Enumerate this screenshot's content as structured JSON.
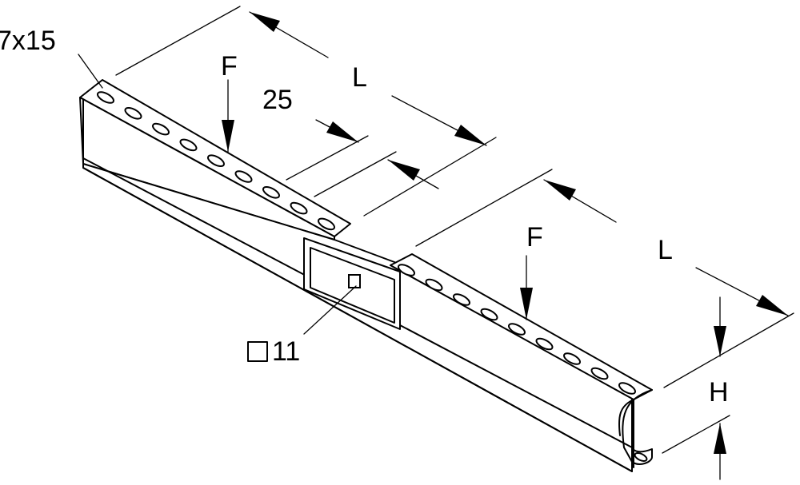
{
  "labels": {
    "slot_size": "7x15",
    "force_left": "F",
    "force_right": "F",
    "length_top": "L",
    "length_right": "L",
    "gap": "25",
    "hole": "11",
    "height": "H"
  }
}
